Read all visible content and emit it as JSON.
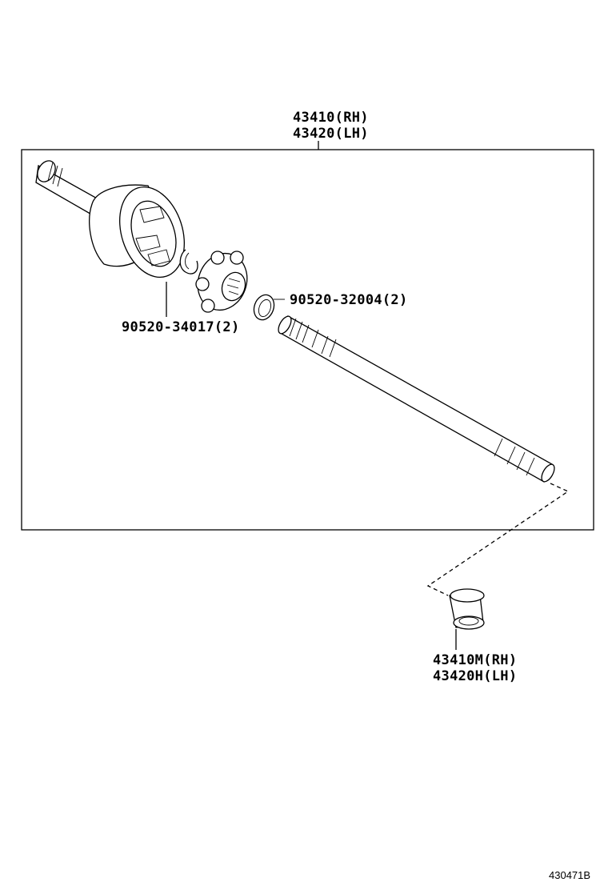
{
  "parts": {
    "assembly_rh": "43410(RH)",
    "assembly_lh": "43420(LH)",
    "snap_ring_outer": "90520-34017(2)",
    "snap_ring_inner": "90520-32004(2)",
    "bearing_rh": "43410M(RH)",
    "bearing_lh": "43420H(LH)"
  },
  "figure_ref": "430471B"
}
